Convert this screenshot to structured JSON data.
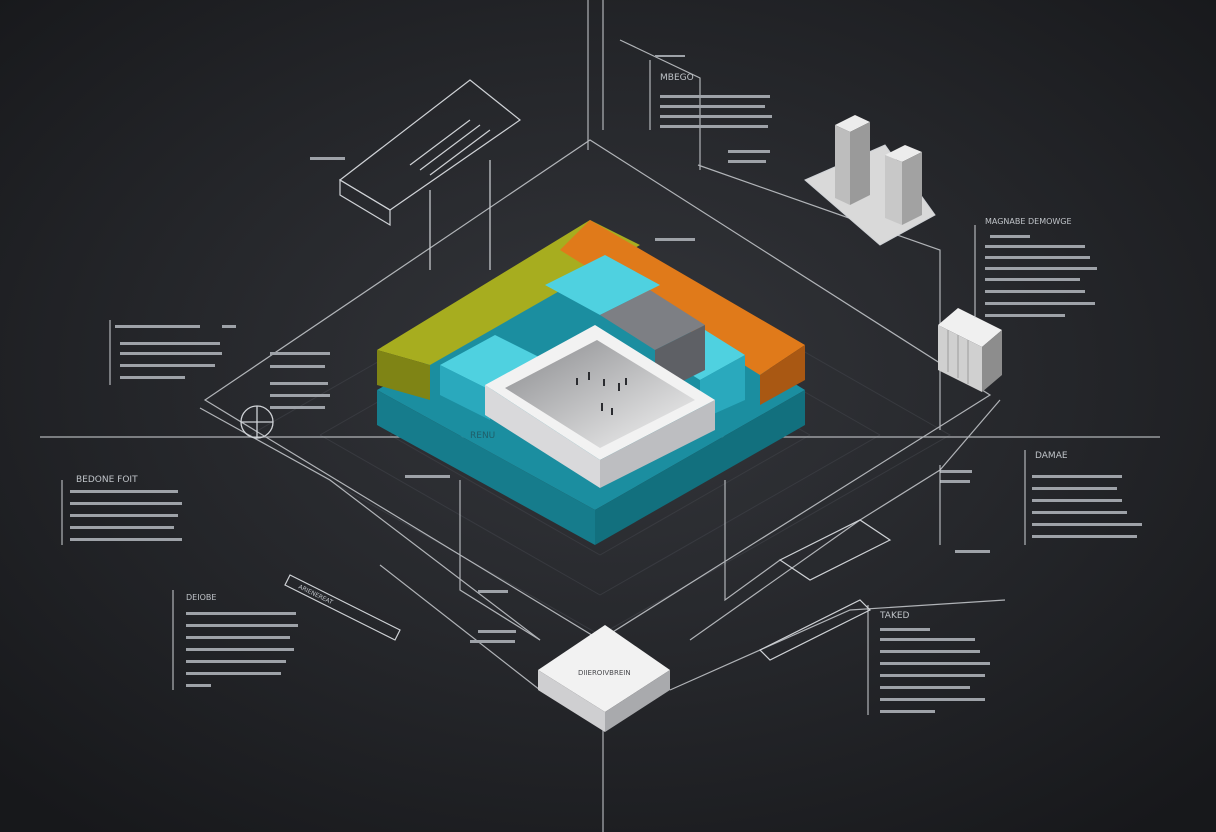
{
  "scene": {
    "kind": "isometric blueprint illustration",
    "colors": {
      "background": "#26272b",
      "line": "#cfd2d6",
      "lime": "#a7ad1f",
      "orange": "#e07a1a",
      "teal": "#2aa9bd",
      "cyan": "#4fd1e0",
      "slab": "#1b8ea0",
      "white_block": "#e9e9ea",
      "gray_block": "#7d7f84",
      "text": "#bfc3c8"
    },
    "icons": [
      "crosshair-icon",
      "building-icon",
      "cube-icon"
    ]
  },
  "labels": {
    "top_note_title": "MBEGO",
    "right_note_title": "MAGNABE DEMOWGE",
    "left_note_title": "BEDONE FOIT",
    "right_mid_title": "DAMAE",
    "bottom_left_title": "DEIOBE",
    "bottom_right_title": "TAKED",
    "bottom_block_label": "DIIEROIVBREIN",
    "slab_label": "RENU",
    "left_tag": "ARIENEREAT"
  }
}
